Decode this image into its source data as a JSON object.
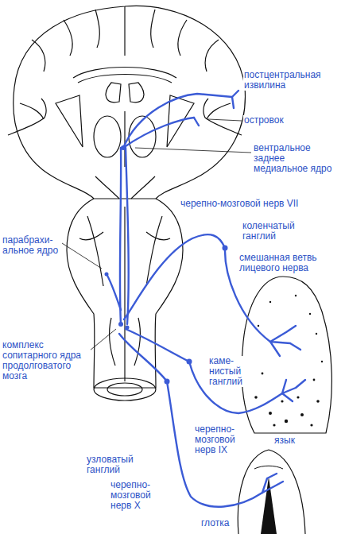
{
  "diagram": {
    "labels": [
      "постцентральная извилина",
      "островок",
      "вентральное заднее медиальное ядро",
      "черепно-мозговой нерв VII",
      "коленчатый ганглий",
      "смешанная ветвь лицевого нерва",
      "парабрахи- альное ядро",
      "комплекс сопитарного ядра продолговатого мозга",
      "каме- нистый ганглий",
      "язык",
      "узловатый ганглий",
      "черепно- мозговой нерв IX",
      "черепно- мозговой нерв X",
      "глотка"
    ]
  }
}
